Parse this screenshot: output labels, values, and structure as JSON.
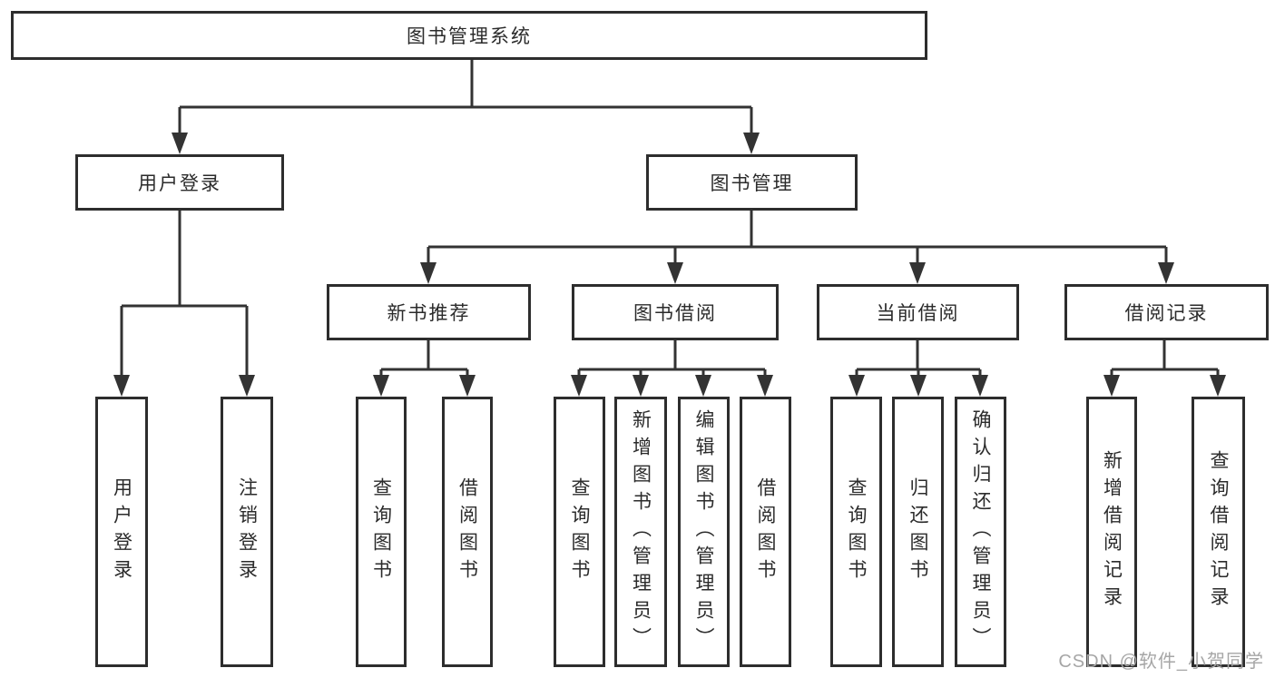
{
  "tree": {
    "root": {
      "label": "图书管理系统",
      "children": [
        {
          "label": "用户登录",
          "children": [
            {
              "label": "用户登录"
            },
            {
              "label": "注销登录"
            }
          ]
        },
        {
          "label": "图书管理",
          "children": [
            {
              "label": "新书推荐",
              "children": [
                {
                  "label": "查询图书"
                },
                {
                  "label": "借阅图书"
                }
              ]
            },
            {
              "label": "图书借阅",
              "children": [
                {
                  "label": "查询图书"
                },
                {
                  "label": "新增图书（管理员）"
                },
                {
                  "label": "编辑图书（管理员）"
                },
                {
                  "label": "借阅图书"
                }
              ]
            },
            {
              "label": "当前借阅",
              "children": [
                {
                  "label": "查询图书"
                },
                {
                  "label": "归还图书"
                },
                {
                  "label": "确认归还（管理员）"
                }
              ]
            },
            {
              "label": "借阅记录",
              "children": [
                {
                  "label": "新增借阅记录"
                },
                {
                  "label": "查询借阅记录"
                }
              ]
            }
          ]
        }
      ]
    }
  },
  "watermark": {
    "text": "CSDN @软件_小贺同学"
  },
  "colors": {
    "line": "#333333",
    "box_border": "#2d2d2d",
    "text": "#2b2b2b",
    "watermark": "#a6a6a6",
    "background": "#ffffff"
  }
}
